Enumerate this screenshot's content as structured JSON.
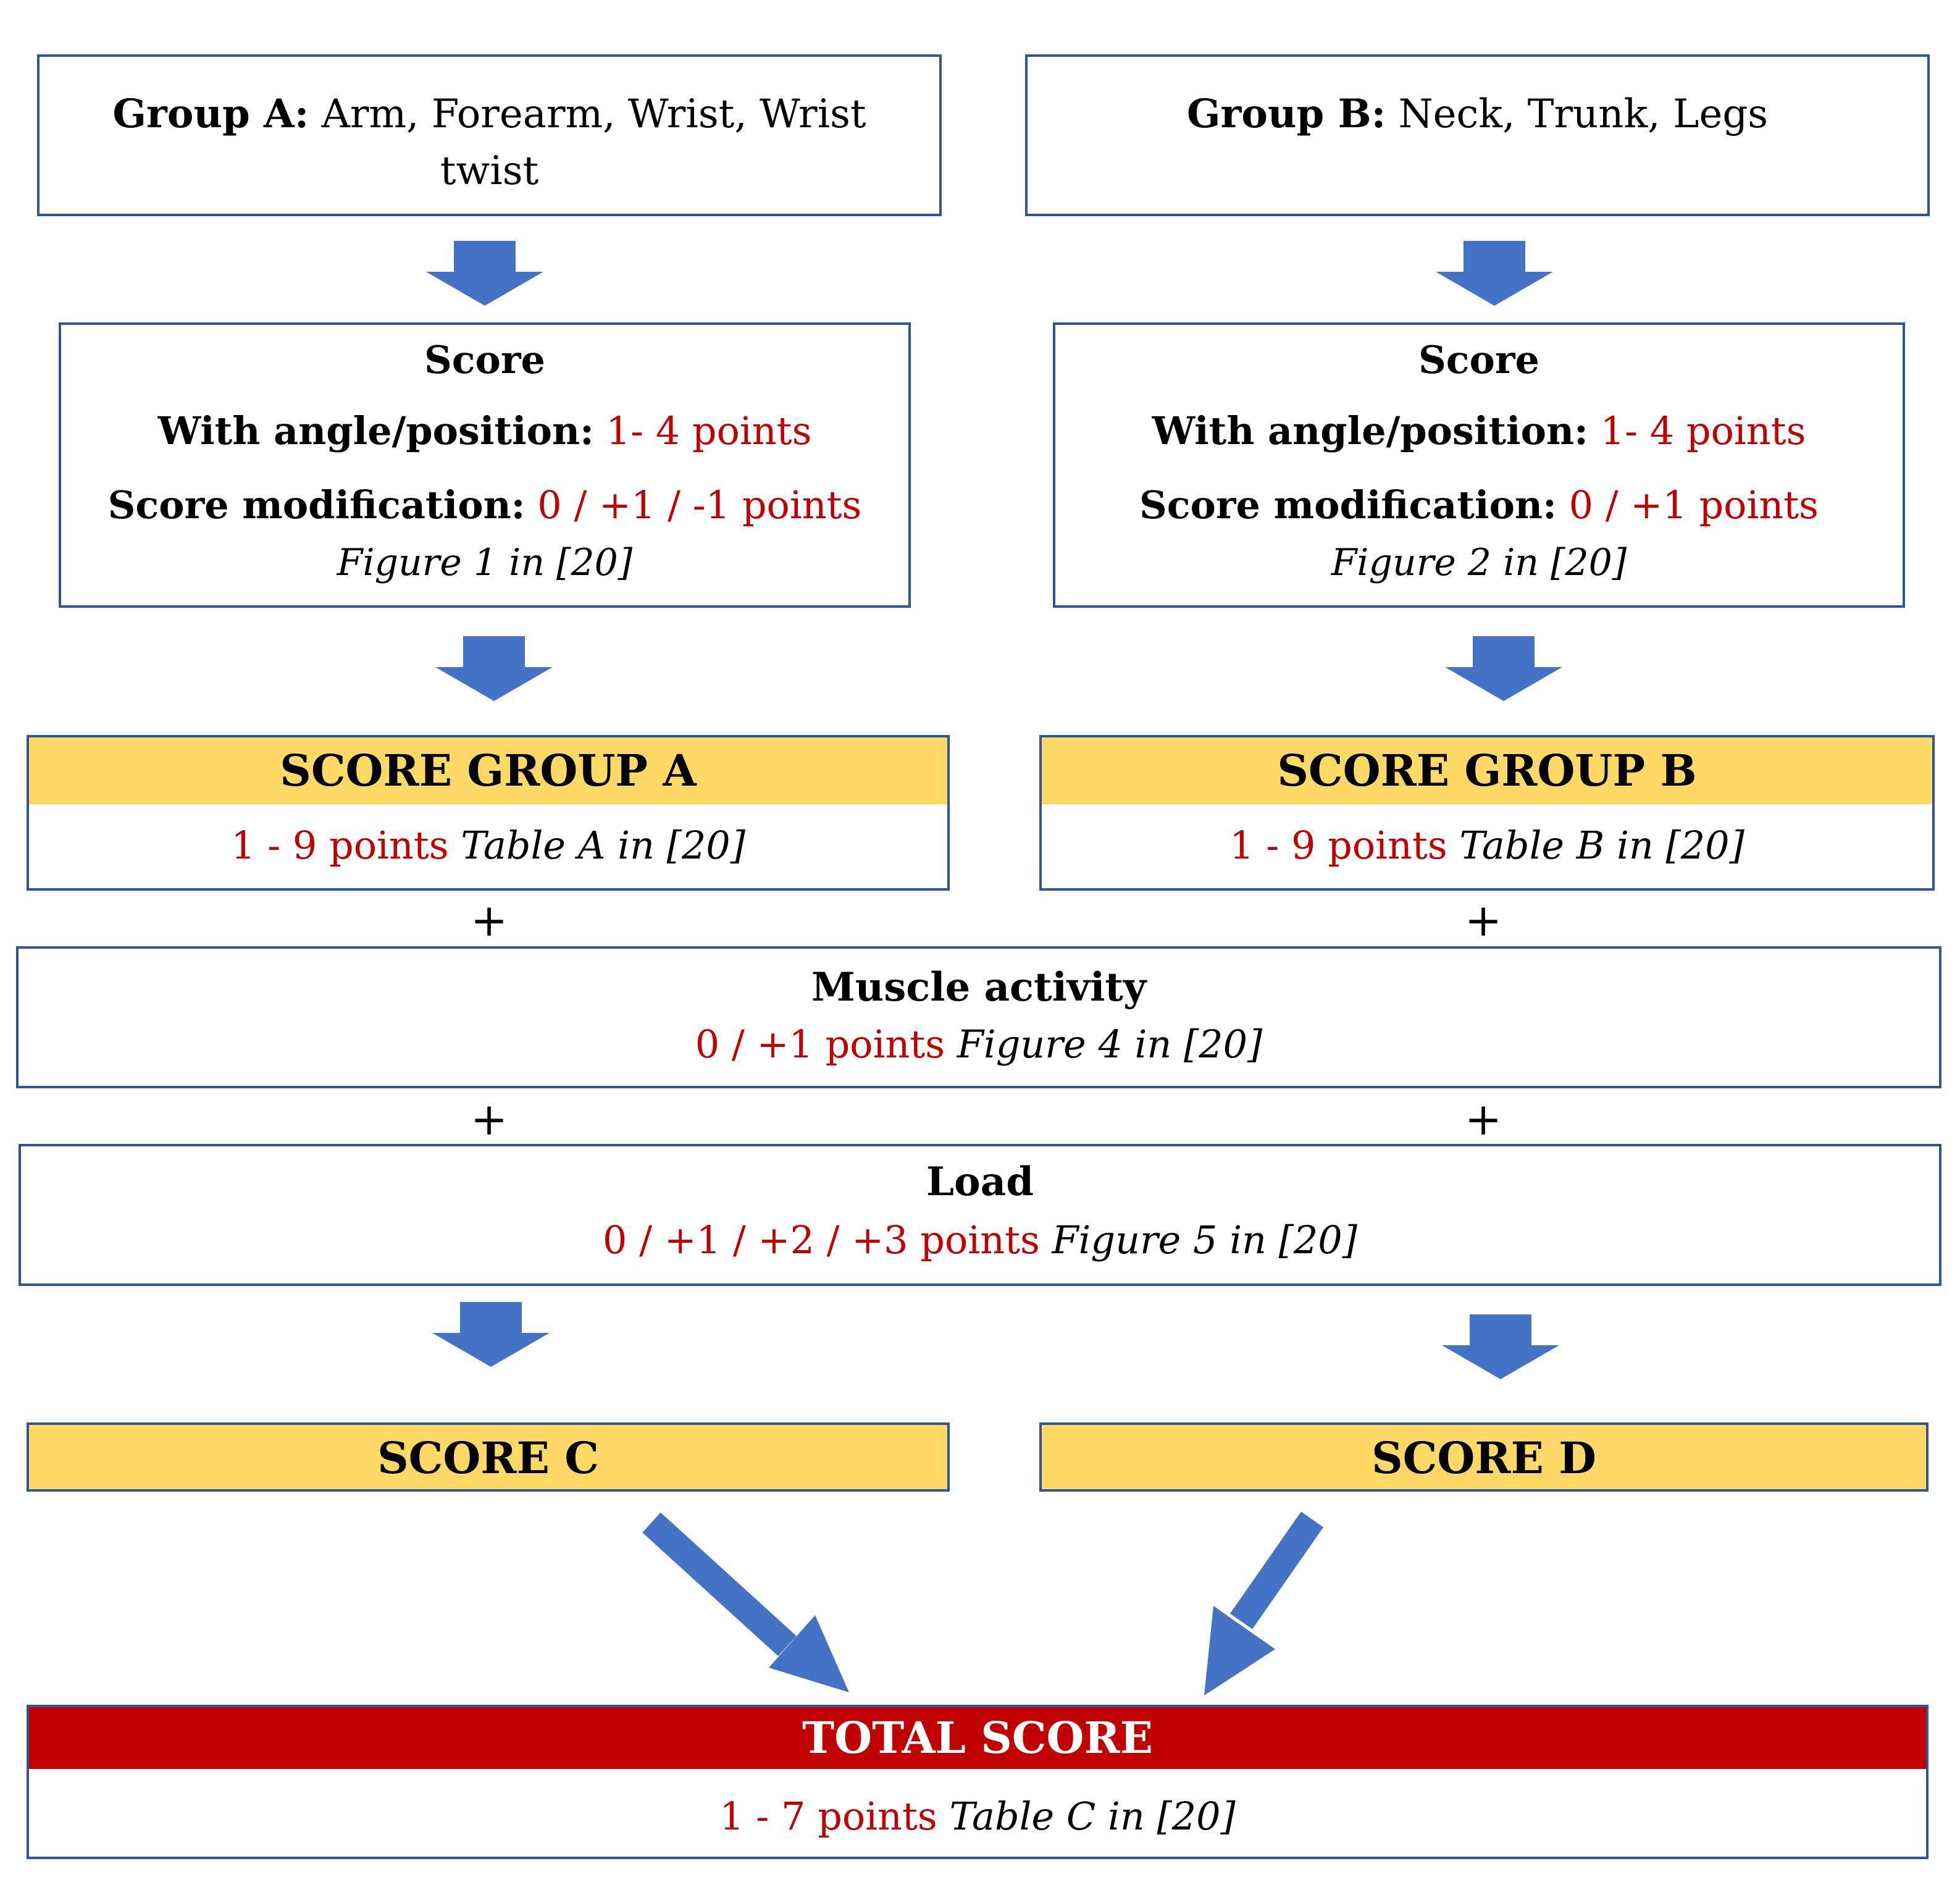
{
  "group_a": {
    "label": "Group A:",
    "text_line1": "Arm, Forearm, Wrist, Wrist",
    "text_line2": "twist"
  },
  "group_b": {
    "label": "Group B:",
    "text": "Neck, Trunk, Legs"
  },
  "score_a": {
    "title": "Score",
    "angle_label": "With angle/position:",
    "angle_value": "1- 4 points",
    "mod_label": "Score modification:",
    "mod_value": "0 / +1 / -1 points",
    "ref": "Figure 1 in [20]"
  },
  "score_b": {
    "title": "Score",
    "angle_label": "With angle/position:",
    "angle_value": "1- 4 points",
    "mod_label": "Score modification:",
    "mod_value": "0 / +1 points",
    "ref": "Figure 2 in [20]"
  },
  "score_group_a": {
    "title": "SCORE GROUP A",
    "value": "1 - 9 points",
    "ref": "Table A in [20]"
  },
  "score_group_b": {
    "title": "SCORE GROUP B",
    "value": "1 - 9 points",
    "ref": "Table B in [20]"
  },
  "plus_sign": "+",
  "muscle": {
    "title": "Muscle activity",
    "value": "0 / +1 points",
    "ref": "Figure 4 in [20]"
  },
  "load": {
    "title": "Load",
    "value": "0 / +1 / +2 / +3 points",
    "ref": "Figure 5 in [20]"
  },
  "score_c": {
    "title": "SCORE C"
  },
  "score_d": {
    "title": "SCORE D"
  },
  "total": {
    "title": "TOTAL SCORE",
    "value": "1 - 7 points",
    "ref": "Table C in [20]"
  },
  "colors": {
    "border": "#2f5597",
    "arrow": "#4472c4",
    "band_yellow": "#ffd966",
    "band_red": "#c00000",
    "text_red": "#c00000"
  }
}
